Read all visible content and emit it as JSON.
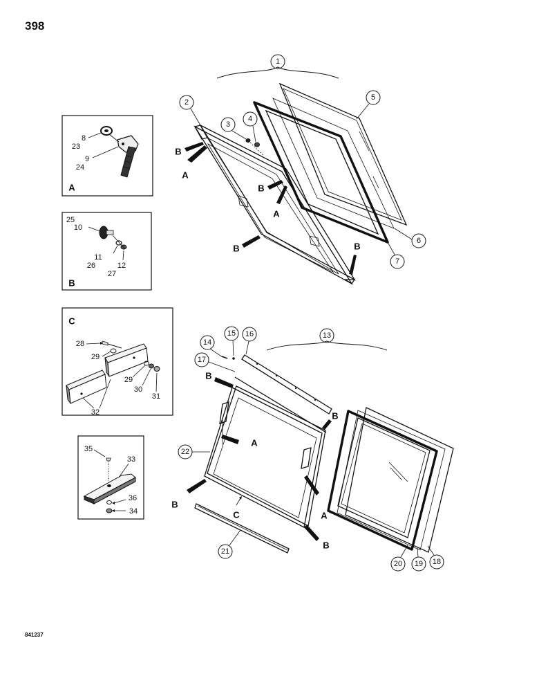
{
  "page_number": "398",
  "figure_code": "841237",
  "colors": {
    "ink": "#111111",
    "paper": "#ffffff"
  },
  "callouts": {
    "c1": "1",
    "c2": "2",
    "c3": "3",
    "c4": "4",
    "c5": "5",
    "c6": "6",
    "c7": "7",
    "c13": "13",
    "c14": "14",
    "c15": "15",
    "c16": "16",
    "c17": "17",
    "c18": "18",
    "c19": "19",
    "c20": "20",
    "c21": "21",
    "c22": "22"
  },
  "view_letters": {
    "A": "A",
    "B": "B",
    "C": "C"
  },
  "detail_labels": {
    "a8": "8",
    "a23": "23",
    "a9": "9",
    "a24": "24",
    "b25": "25",
    "b10": "10",
    "b11": "11",
    "b26": "26",
    "b12": "12",
    "b27": "27",
    "c28": "28",
    "c29a": "29",
    "c29b": "29",
    "c30": "30",
    "c31": "31",
    "c32": "32",
    "d35": "35",
    "d33": "33",
    "d36": "36",
    "d34": "34"
  }
}
